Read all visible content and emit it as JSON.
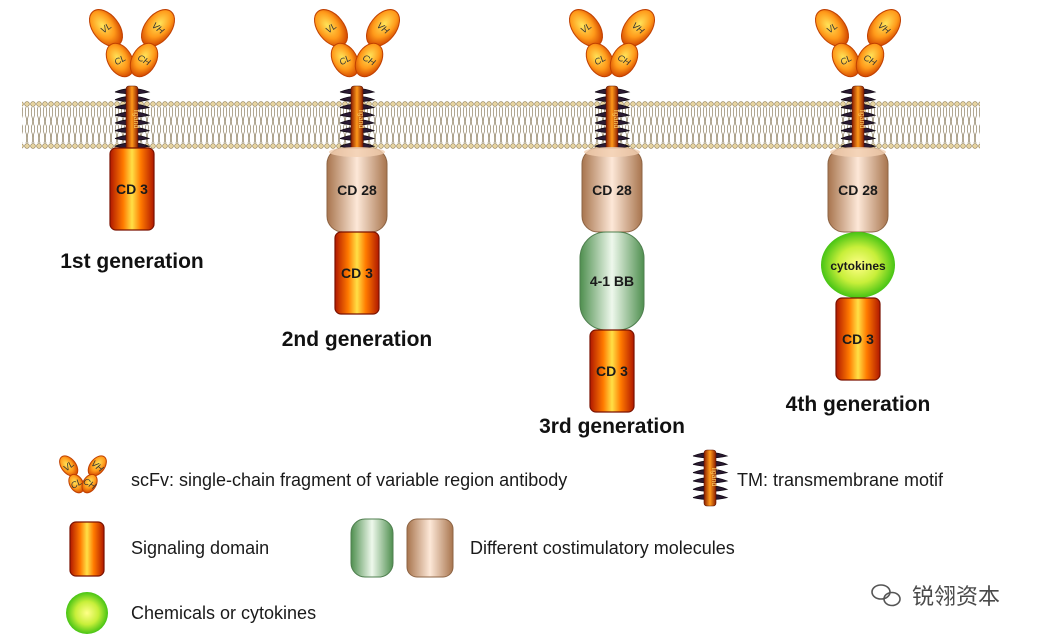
{
  "generations": [
    {
      "label": "1st generation",
      "tm_text": "ligand",
      "domains": [
        "CD 3"
      ]
    },
    {
      "label": "2nd generation",
      "tm_text": "ligand",
      "domains": [
        "CD 28",
        "CD 3"
      ]
    },
    {
      "label": "3rd generation",
      "tm_text": "ligand",
      "domains": [
        "CD 28",
        "4-1 BB",
        "CD 3"
      ]
    },
    {
      "label": "4th generation",
      "tm_text": "ligand",
      "domains": [
        "CD 28",
        "cytokines",
        "CD 3"
      ]
    }
  ],
  "scfv_labels": {
    "vl": "VL",
    "vh": "VH",
    "cl": "CL",
    "ch": "CH"
  },
  "legend": {
    "scfv": "scFv: single-chain fragment of variable region antibody",
    "tm": "TM: transmembrane motif",
    "signaling": "Signaling domain",
    "costim": "Different costimulatory molecules",
    "chemicals": "Chemicals or cytokines"
  },
  "watermark": "锐翎资本",
  "colors": {
    "signaling_center": "#ffd23a",
    "signaling_edge": "#c01e00",
    "cd28_center": "#fbe4d2",
    "cd28_edge": "#b5835b",
    "costim_green_center": "#e8f5e6",
    "costim_green_edge": "#5a9a5a",
    "cytokine_center": "#ffff7a",
    "cytokine_edge": "#55c81a",
    "tm_dark": "#2b1a33"
  }
}
